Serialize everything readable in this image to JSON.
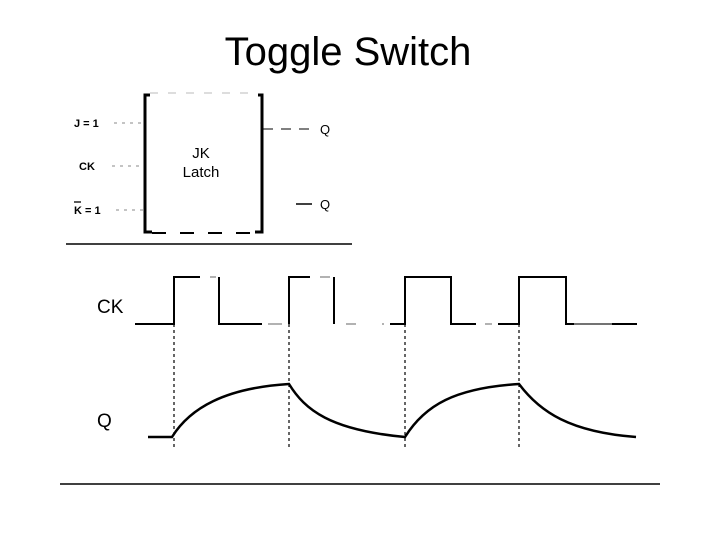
{
  "slide": {
    "title": "Toggle Switch"
  },
  "latch": {
    "name_line1": "JK",
    "name_line2": "Latch",
    "inputs": {
      "j": "J = 1",
      "ck": "CK",
      "k": "K = 1"
    },
    "outputs": {
      "q": "Q",
      "q_bar": "Q"
    }
  },
  "timing": {
    "ck_label": "CK",
    "q_label": "Q"
  }
}
